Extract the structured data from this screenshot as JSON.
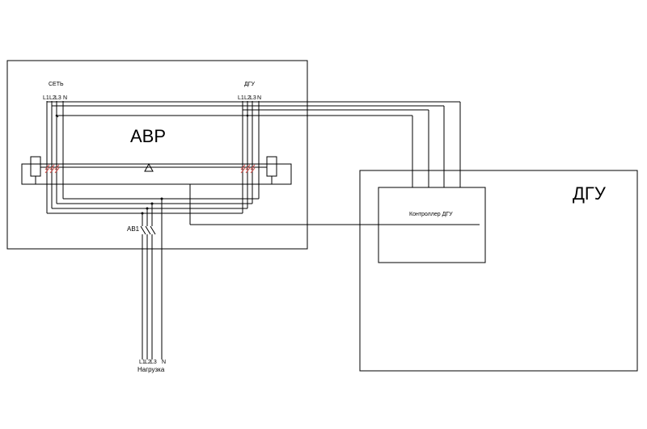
{
  "avr": {
    "title": "АВР",
    "source_grid": "СЕТЬ",
    "source_dgu": "ДГУ",
    "breaker": "АВ1"
  },
  "terminals": {
    "grid": [
      "L1",
      "L2",
      "L3",
      "N"
    ],
    "dgu": [
      "L1",
      "L2",
      "L3",
      "N"
    ],
    "load": [
      "L1",
      "L2",
      "L3",
      "N"
    ]
  },
  "load_label": "Нагрузка",
  "dgu": {
    "title": "ДГУ",
    "controller": "Контроллер ДГУ"
  }
}
